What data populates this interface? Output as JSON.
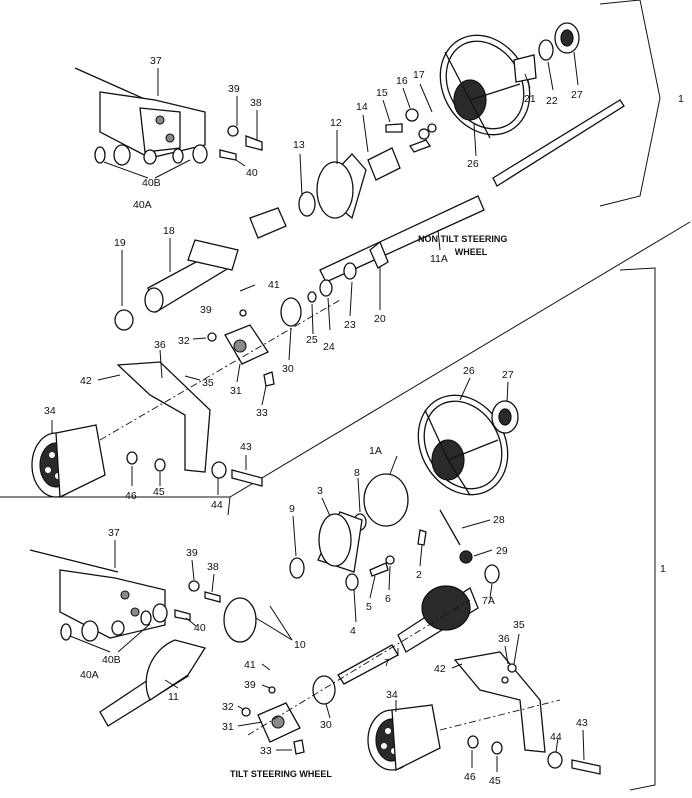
{
  "captions": {
    "non_tilt_line1": "NON TILT STEERING",
    "non_tilt_line2": "WHEEL",
    "tilt": "TILT STEERING WHEEL"
  },
  "bracket_numbers": {
    "top": "1",
    "bottom": "1"
  },
  "callouts_top": [
    "37",
    "39",
    "38",
    "40",
    "40B",
    "40A",
    "13",
    "12",
    "14",
    "15",
    "16",
    "17",
    "21",
    "22",
    "27",
    "26",
    "19",
    "18",
    "41",
    "39",
    "11A",
    "20",
    "23",
    "24",
    "25",
    "32",
    "36",
    "42",
    "35",
    "31",
    "30",
    "33",
    "34",
    "43",
    "46",
    "45",
    "44"
  ],
  "callouts_bottom": [
    "26",
    "27",
    "1A",
    "8",
    "3",
    "9",
    "28",
    "29",
    "37",
    "39",
    "38",
    "40",
    "40B",
    "40A",
    "10",
    "2",
    "6",
    "5",
    "4",
    "7A",
    "7",
    "36",
    "35",
    "42",
    "41",
    "39",
    "11",
    "32",
    "31",
    "30",
    "33",
    "34",
    "43",
    "44",
    "46",
    "45"
  ]
}
